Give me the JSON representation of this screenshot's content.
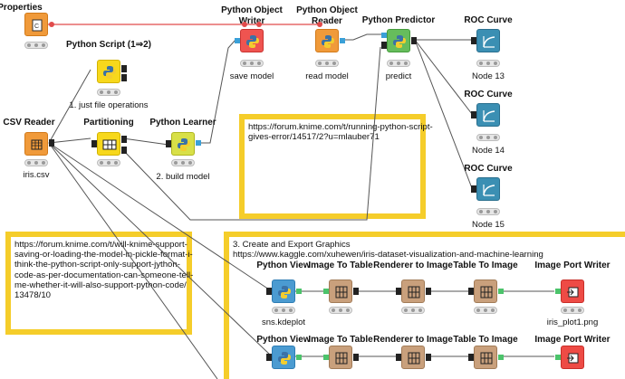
{
  "workflow": {
    "nodes": {
      "properties": {
        "title": "Properties",
        "label": ""
      },
      "python_script": {
        "title": "Python Script (1⇒2)",
        "label": "1. just file operations"
      },
      "python_object_writer": {
        "title": "Python Object\nWriter",
        "label": "save model"
      },
      "python_object_reader": {
        "title": "Python Object\nReader",
        "label": "read model"
      },
      "python_predictor": {
        "title": "Python Predictor",
        "label": "predict"
      },
      "roc_curve_13": {
        "title": "ROC Curve",
        "label": "Node 13"
      },
      "roc_curve_14": {
        "title": "ROC Curve",
        "label": "Node 14"
      },
      "roc_curve_15": {
        "title": "ROC Curve",
        "label": "Node 15"
      },
      "csv_reader": {
        "title": "CSV Reader",
        "label": "iris.csv"
      },
      "partitioning": {
        "title": "Partitioning",
        "label": ""
      },
      "python_learner": {
        "title": "Python Learner",
        "label": "2. build model"
      },
      "python_view_1": {
        "title": "Python View",
        "label": "sns.kdeplot"
      },
      "image_to_table_1": {
        "title": "Image To Table",
        "label": ""
      },
      "renderer_to_image_1": {
        "title": "Renderer to Image",
        "label": ""
      },
      "table_to_image_1": {
        "title": "Table To Image",
        "label": ""
      },
      "image_port_writer_1": {
        "title": "Image Port Writer",
        "label": "iris_plot1.png"
      },
      "python_view_2": {
        "title": "Python View",
        "label": ""
      },
      "image_to_table_2": {
        "title": "Image To Table",
        "label": ""
      },
      "renderer_to_image_2": {
        "title": "Renderer to Image",
        "label": ""
      },
      "table_to_image_2": {
        "title": "Table To Image",
        "label": ""
      },
      "image_port_writer_2": {
        "title": "Image Port Writer",
        "label": ""
      }
    },
    "annotations": {
      "forum_link_1": "https://forum.knime.com/t/running-python-script-\ngives-error/14517/2?u=mlauber71",
      "forum_link_2": "https://forum.knime.com/t/will-knime-support-\nsaving-or-loading-the-model-in-pickle-format-i-\nthink-the-python-script-only-support-jython-\ncode-as-per-documentation-can-someone-tell-\nme-whether-it-will-also-support-python-code/\n13478/10",
      "graphics_section": "3. Create and Export Graphics\nhttps://www.kaggle.com/xuhewen/iris-dataset-visualization-and-machine-learning"
    },
    "colors": {
      "annotation_border": "#f5cd2a",
      "flow_variable_connection": "#e14b4b",
      "connection": "#555555"
    }
  }
}
